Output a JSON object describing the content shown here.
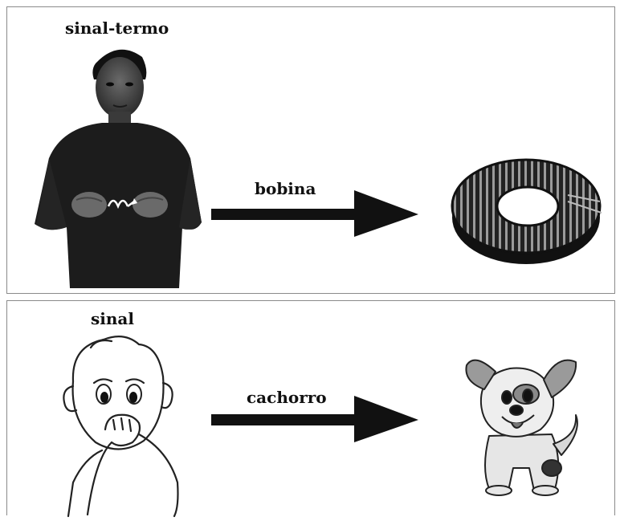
{
  "top_panel": {
    "sign_label": "sinal-termo",
    "word_label": "bobina",
    "person_icon": "man-signing-photo-icon",
    "object_icon": "toroidal-coil-icon"
  },
  "bottom_panel": {
    "sign_label": "sinal",
    "word_label": "cachorro",
    "person_icon": "boy-hand-on-mouth-drawing-icon",
    "object_icon": "cartoon-puppy-icon"
  },
  "colors": {
    "arrow": "#111111",
    "border": "#8a8a8a"
  }
}
